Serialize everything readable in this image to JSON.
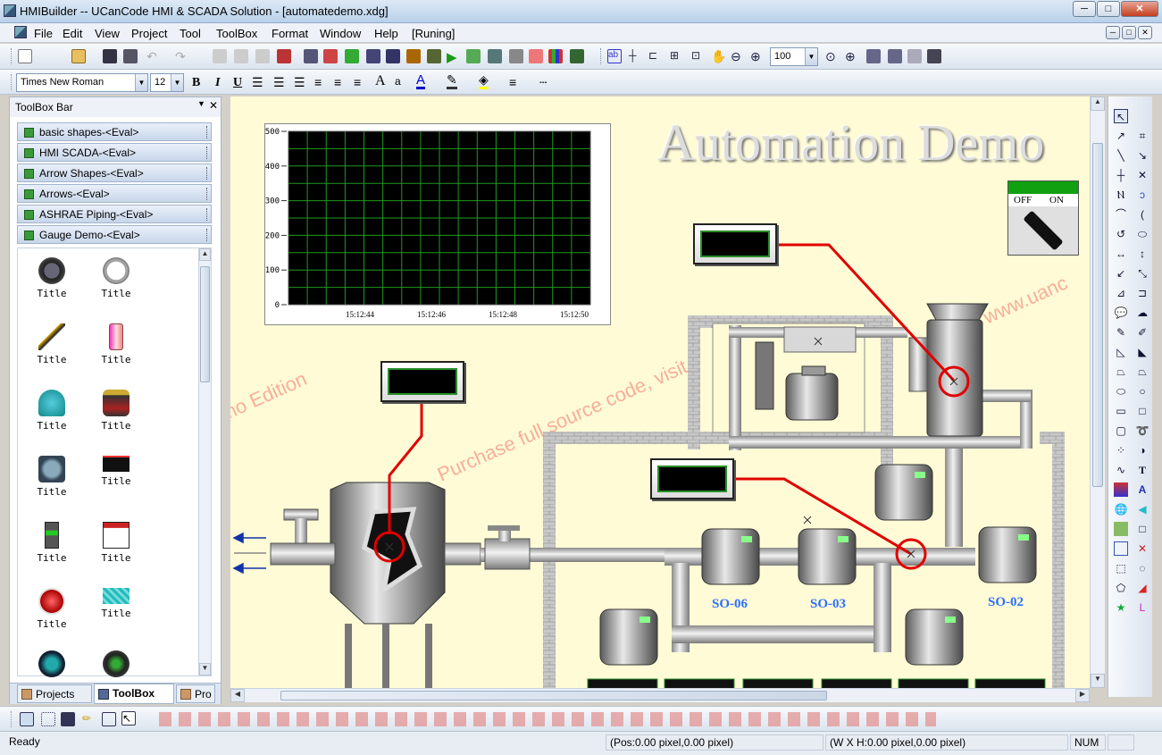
{
  "window": {
    "title": "HMIBuilder -- UCanCode HMI & SCADA Solution - [automatedemo.xdg]",
    "btn_min": "─",
    "btn_max": "□",
    "btn_close": "✕"
  },
  "menu": {
    "items": [
      "File",
      "Edit",
      "View",
      "Project",
      "Tool",
      "ToolBox",
      "Format",
      "Window",
      "Help",
      "[Runing]"
    ]
  },
  "toolbar": {
    "zoom_value": "100",
    "font_name": "Times New Roman",
    "font_size": "12",
    "bold": "B",
    "italic": "I",
    "underline": "U"
  },
  "toolbox_panel": {
    "title": "ToolBox Bar",
    "categories": [
      "basic shapes-<Eval>",
      "HMI SCADA-<Eval>",
      "Arrow Shapes-<Eval>",
      "Arrows-<Eval>",
      "ASHRAE Piping-<Eval>",
      "Gauge Demo-<Eval>"
    ],
    "item_label": "Title",
    "tabs": [
      "Projects",
      "ToolBox",
      "Pro"
    ]
  },
  "canvas": {
    "heading": "Automation Demo",
    "switch_off": "OFF",
    "switch_on": "ON",
    "motor_labels": [
      "SO-06",
      "SO-03",
      "SO-02"
    ],
    "watermark_1": ".Demo Edition",
    "watermark_2": "Purchase full source code, visit",
    "watermark_3": "www.uanc"
  },
  "chart_data": {
    "type": "line",
    "title": "",
    "xlabel": "",
    "ylabel": "",
    "y_ticks": [
      "500",
      "400",
      "300",
      "200",
      "100",
      "0"
    ],
    "x_ticks": [
      "15:12:44",
      "15:12:46",
      "15:12:48",
      "15:12:50"
    ],
    "ylim": [
      0,
      500
    ],
    "grid": true,
    "plot_background": "#000000",
    "grid_color": "#1f9a1f",
    "series": []
  },
  "statusbar": {
    "ready": "Ready",
    "pos": "(Pos:0.00 pixel,0.00 pixel)",
    "size": "(W X H:0.00 pixel,0.00 pixel)",
    "num": "NUM"
  },
  "colors": {
    "accent_red": "#e00000",
    "label_blue": "#2b70ff",
    "canvas_bg": "#fffbd6"
  }
}
